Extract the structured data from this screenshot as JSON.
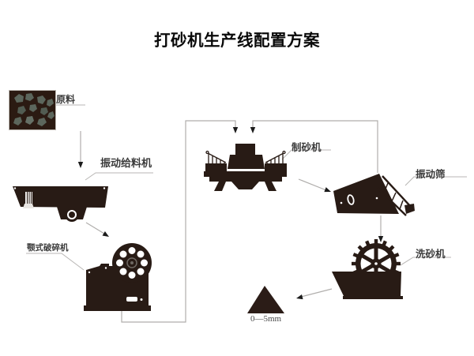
{
  "title": "打砂机生产线配置方案",
  "labels": {
    "raw_material": "原料",
    "vibrating_feeder": "振动给料机",
    "jaw_crusher": "颚式破碎机",
    "sand_maker": "制砂机",
    "vibrating_screen": "振动筛",
    "sand_washer": "洗砂机"
  },
  "output_label": "0—5mm",
  "flow_edges": [
    {
      "from": "原料",
      "to": "振动给料机"
    },
    {
      "from": "振动给料机",
      "to": "颚式破碎机"
    },
    {
      "from": "颚式破碎机",
      "to": "制砂机"
    },
    {
      "from": "制砂机",
      "to": "振动筛"
    },
    {
      "from": "振动筛",
      "to": "制砂机"
    },
    {
      "from": "振动筛",
      "to": "洗砂机"
    },
    {
      "from": "洗砂机",
      "to": "0—5mm"
    }
  ],
  "colors": {
    "machine_silhouette": "#281b15",
    "connector_line": "#b0aeac",
    "callout_line": "#b8b6b4",
    "arrowhead": "#1b1b1b",
    "label_text": "#3b3b3b",
    "rock_fill": "#5c665c",
    "raw_box_background": "#2b1a12",
    "sand_pile": "#2b1c17",
    "background": "#ffffff"
  }
}
